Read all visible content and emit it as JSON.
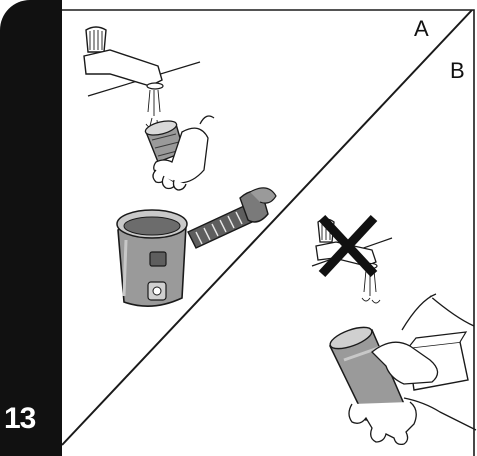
{
  "step": {
    "number": "13"
  },
  "panels": {
    "a_label": "A",
    "b_label": "B"
  },
  "icons": {
    "wrong_mark": "x-cross-icon",
    "faucet": "faucet-icon",
    "filter": "filter-cartridge-icon"
  },
  "colors": {
    "bar": "#111111",
    "stroke": "#1a1a1a",
    "part_gray": "#9a9a9a",
    "part_dark": "#5e5e5e"
  }
}
